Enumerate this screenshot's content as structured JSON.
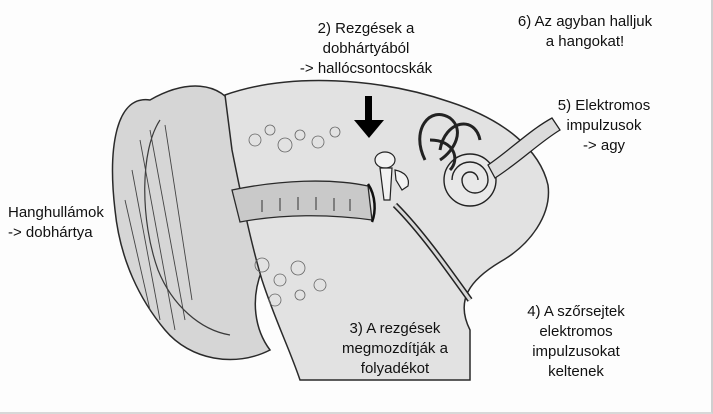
{
  "labels": {
    "step1": {
      "lines": [
        "Hanghullámok",
        "-> dobhártya"
      ]
    },
    "step2": {
      "lines": [
        "2) Rezgések a",
        "dobhártyából",
        "-> hallócsontocskák"
      ]
    },
    "step3": {
      "lines": [
        "3) A rezgések",
        "megmozdítják a",
        "folyadékot"
      ]
    },
    "step4": {
      "lines": [
        "4) A szőrsejtek",
        "elektromos",
        "impulzusokat",
        "keltenek"
      ]
    },
    "step5": {
      "lines": [
        "5) Elektromos",
        "impulzusok",
        "-> agy"
      ]
    },
    "step6": {
      "lines": [
        "6) Az agyban halljuk",
        "a hangokat!"
      ]
    }
  },
  "colors": {
    "tissue": "#d9d9d9",
    "bone": "#ececec",
    "outline": "#2a2a2a",
    "arrow": "#000000"
  }
}
